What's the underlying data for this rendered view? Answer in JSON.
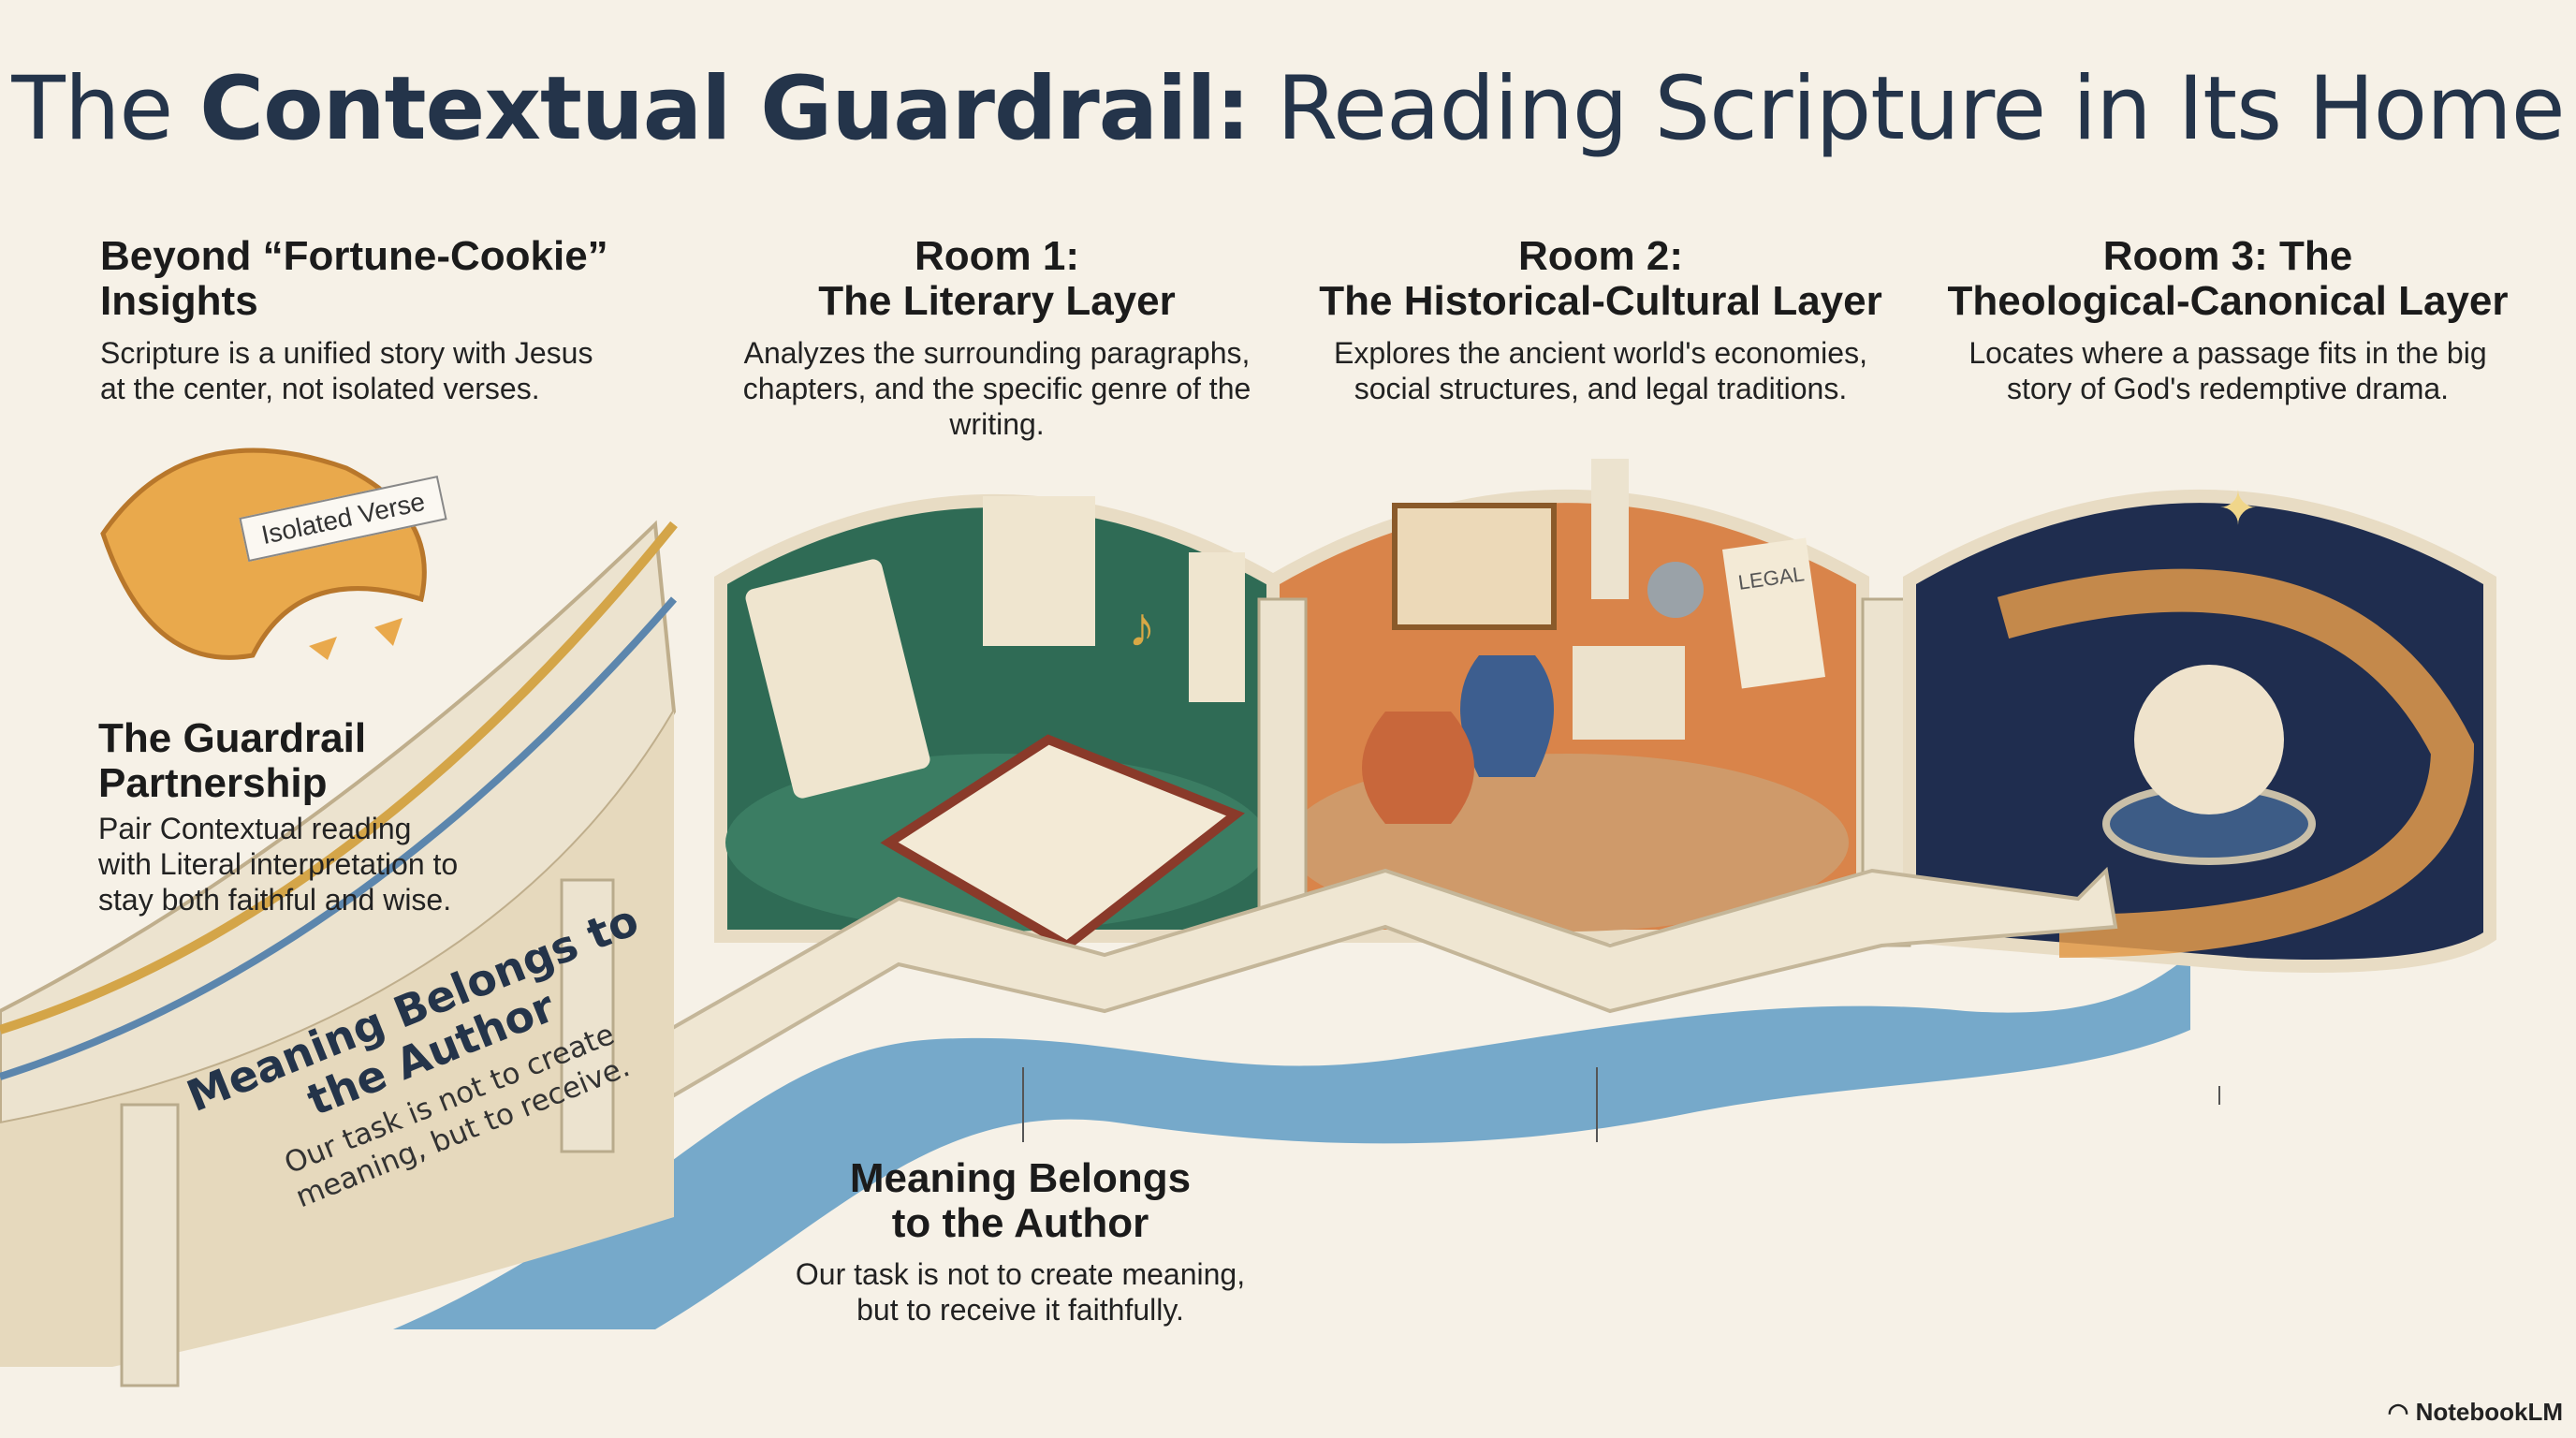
{
  "title": {
    "plain_start": "The ",
    "bold": "Contextual Guardrail:",
    "plain_end": " Reading Scripture in Its Home"
  },
  "intro": {
    "heading": "Beyond “Fortune-Cookie” Insights",
    "body": "Scripture is a unified story with Jesus at the center, not isolated verses.",
    "cookie_label": "Isolated Verse"
  },
  "rooms": [
    {
      "heading_line1": "Room 1:",
      "heading_line2": "The Literary Layer",
      "body": "Analyzes the surrounding paragraphs, chapters, and the specific genre of the writing."
    },
    {
      "heading_line1": "Room 2:",
      "heading_line2": "The Historical-Cultural Layer",
      "body": "Explores the ancient world's economies, social structures, and legal traditions.",
      "sign": "LEGAL"
    },
    {
      "heading_line1": "Room 3: The",
      "heading_line2": "Theological-Canonical Layer",
      "body": "Locates where a passage fits in the big story of God's redemptive drama."
    }
  ],
  "partnership": {
    "heading": "The Guardrail Partnership",
    "body": "Pair Contextual reading with Literal interpretation to stay both faithful and wise."
  },
  "wall_sign": {
    "heading": "Meaning Belongs to the Author",
    "body": "Our task is not to create meaning, but to receive."
  },
  "meaning": {
    "heading_line1": "Meaning Belongs",
    "heading_line2": "to the Author",
    "body": "Our task is not to create meaning, but to receive it faithfully."
  },
  "brand": "NotebookLM",
  "colors": {
    "title": "#24344a",
    "literary": "#2f6b55",
    "historical": "#d9844a",
    "theological": "#1f2d4f",
    "river": "#5f9cc4",
    "cream": "#f6f1e7"
  }
}
